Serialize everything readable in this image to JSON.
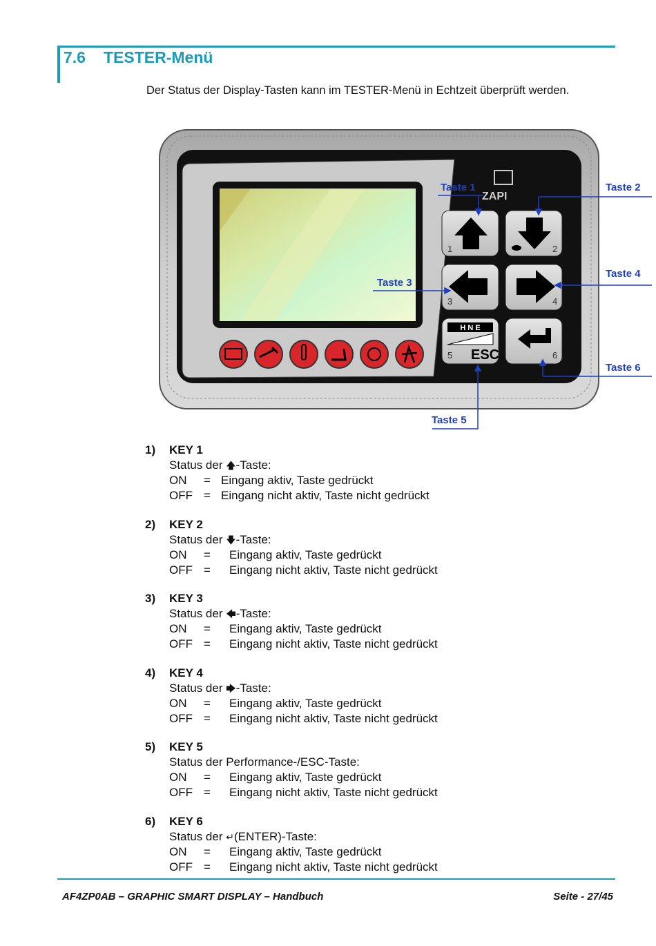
{
  "section": {
    "number": "7.6",
    "title": "TESTER-Menü"
  },
  "intro": "Der Status der Display-Tasten kann im TESTER-Menü in Echtzeit überprüft werden.",
  "figure": {
    "brand": "ZAPI",
    "callouts": [
      "Taste 1",
      "Taste 2",
      "Taste 3",
      "Taste 4",
      "Taste 5",
      "Taste 6"
    ],
    "key_numbers": [
      "1",
      "2",
      "3",
      "4",
      "5",
      "6"
    ],
    "key5_label": "ESC",
    "key5_modes": "H N E",
    "icons": [
      "battery-icon",
      "wrench-icon",
      "temperature-icon",
      "seat-icon",
      "parking-brake-icon",
      "seatbelt-icon"
    ]
  },
  "keys": [
    {
      "num": "1)",
      "title": "KEY 1",
      "status_pre": "Status der ",
      "glyph": "🡅",
      "status_post": "-Taste:",
      "on": "ON",
      "eq": "=",
      "on_text": "Eingang aktiv, Taste gedrückt",
      "off": "OFF",
      "off_text": "Eingang nicht aktiv, Taste nicht gedrückt"
    },
    {
      "num": "2)",
      "title": "KEY 2",
      "status_pre": "Status der ",
      "glyph": "🡇",
      "status_post": "-Taste:",
      "on": "ON",
      "eq": "=",
      "on_text": "Eingang aktiv, Taste gedrückt",
      "off": "OFF",
      "off_text": "Eingang nicht aktiv, Taste nicht gedrückt"
    },
    {
      "num": "3)",
      "title": "KEY 3",
      "status_pre": "Status der ",
      "glyph": "🡄",
      "status_post": "-Taste:",
      "on": "ON",
      "eq": "=",
      "on_text": "Eingang aktiv, Taste gedrückt",
      "off": "OFF",
      "off_text": "Eingang nicht aktiv, Taste nicht gedrückt"
    },
    {
      "num": "4)",
      "title": "KEY 4",
      "status_pre": "Status der ",
      "glyph": "🡆",
      "status_post": "-Taste:",
      "on": "ON",
      "eq": "=",
      "on_text": "Eingang aktiv, Taste gedrückt",
      "off": "OFF",
      "off_text": "Eingang nicht aktiv, Taste nicht gedrückt"
    },
    {
      "num": "5)",
      "title": "KEY 5",
      "status_pre": "Status der Performance-/ESC-Taste:",
      "glyph": "",
      "status_post": "",
      "on": "ON",
      "eq": "=",
      "on_text": "Eingang aktiv, Taste gedrückt",
      "off": "OFF",
      "off_text": "Eingang nicht aktiv, Taste nicht gedrückt"
    },
    {
      "num": "6)",
      "title": "KEY 6",
      "status_pre": "Status der ",
      "glyph": "↵",
      "status_post": "(ENTER)-Taste:",
      "on": "ON",
      "eq": "=",
      "on_text": "Eingang aktiv, Taste gedrückt",
      "off": "OFF",
      "off_text": "Eingang nicht aktiv, Taste nicht gedrückt"
    }
  ],
  "footer": {
    "left": "AF4ZP0AB – GRAPHIC SMART DISPLAY – Handbuch",
    "right": "Seite - 27/45"
  },
  "colors": {
    "accent": "#1e9bb8",
    "callout": "#1e3fbf",
    "warning_red": "#d8262b"
  }
}
